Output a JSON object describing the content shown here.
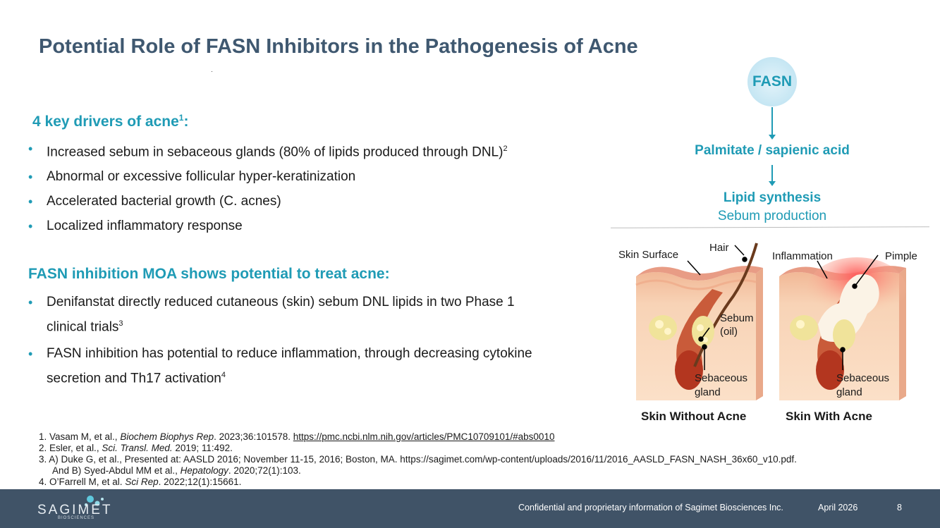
{
  "slide": {
    "title": "Potential Role of FASN Inhibitors in the Pathogenesis of Acne"
  },
  "drivers": {
    "heading": "4 key drivers of acne",
    "heading_sup": "1",
    "heading_suffix": ":",
    "items": [
      {
        "text": "Increased sebum in sebaceous glands (80% of lipids produced through DNL)",
        "sup": "2"
      },
      {
        "text": "Abnormal or excessive follicular hyper-keratinization",
        "sup": ""
      },
      {
        "text": "Accelerated bacterial growth (C. acnes)",
        "sup": ""
      },
      {
        "text": "Localized inflammatory response",
        "sup": ""
      }
    ]
  },
  "moa": {
    "heading": "FASN inhibition MOA shows potential to treat acne:",
    "items": [
      {
        "text": "Denifanstat directly reduced cutaneous (skin) sebum DNL lipids in two Phase 1 clinical trials",
        "sup": "3"
      },
      {
        "text": "FASN inhibition has potential to reduce inflammation, through decreasing cytokine secretion and Th17 activation",
        "sup": "4"
      }
    ]
  },
  "flow": {
    "node1": "FASN",
    "node2": "Palmitate / sapienic acid",
    "node3_bold": "Lipid synthesis",
    "node3": "Sebum production"
  },
  "illustration": {
    "left": {
      "labels": {
        "surface": "Skin Surface",
        "hair": "Hair",
        "sebum": "Sebum",
        "oil": "(oil)",
        "gland1": "Sebaceous",
        "gland2": "gland"
      },
      "caption": "Skin Without Acne"
    },
    "right": {
      "labels": {
        "inflammation": "Inflammation",
        "pimple": "Pimple",
        "gland1": "Sebaceous",
        "gland2": "gland"
      },
      "caption": "Skin With Acne"
    }
  },
  "references": [
    {
      "num": "1.",
      "authors": "Vasam M, et al., ",
      "journal": "Biochem Biophys Rep",
      "rest": ". 2023;36:101578. ",
      "link": "https://pmc.ncbi.nlm.nih.gov/articles/PMC10709101/#abs0010"
    },
    {
      "num": "2.",
      "authors": "Esler, et al., ",
      "journal": "Sci. Transl. Med.",
      "rest": " 2019; 11:492."
    },
    {
      "num": "3.",
      "text1": "A) Duke G, et al., Presented at: AASLD 2016; November 11-15, 2016; Boston, MA. https://sagimet.com/wp-content/uploads/2016/11/2016_AASLD_FASN_NASH_36x60_v10.pdf.",
      "text2a": "And B) Syed-Abdul MM et al., ",
      "journal": "Hepatology",
      "text2b": ". 2020;72(1):103."
    },
    {
      "num": "4.",
      "authors": "O’Farrell M, et al. ",
      "journal": "Sci Rep",
      "rest": ". 2022;12(1):15661."
    }
  ],
  "footer": {
    "logo": "SAGIMET",
    "logo_sub": "BIOSCIENCES",
    "confidential": "Confidential and proprietary information of Sagimet Biosciences Inc.",
    "date": "April 2026",
    "page": "8"
  },
  "colors": {
    "accent": "#1f9bb5",
    "title": "#3f5870",
    "footer_bg": "#405367"
  }
}
